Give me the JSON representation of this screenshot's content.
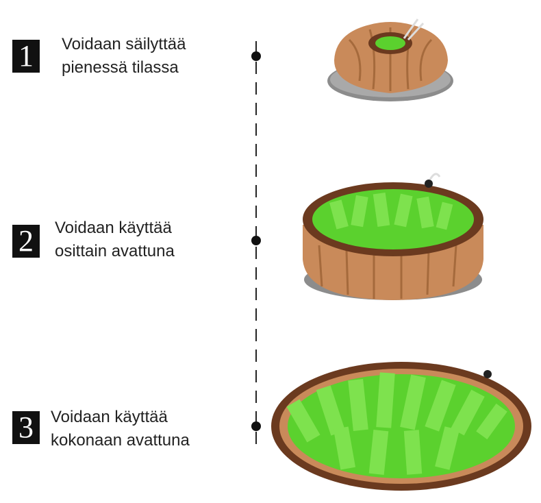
{
  "steps": [
    {
      "number": "1",
      "line1": "Voidaan säilyttää",
      "line2": "pienessä tilassa"
    },
    {
      "number": "2",
      "line1": "Voidaan käyttää",
      "line2": "osittain avattuna"
    },
    {
      "number": "3",
      "line1": "Voidaan käyttää",
      "line2": "kokonaan avattuna"
    }
  ],
  "colors": {
    "brown": "#c98a5a",
    "brown_dark": "#6b3a1f",
    "green": "#5bd12e",
    "grey": "#8c8c8c"
  },
  "icons": [
    "snuffle-mat-closed",
    "snuffle-mat-half-open",
    "snuffle-mat-open"
  ]
}
